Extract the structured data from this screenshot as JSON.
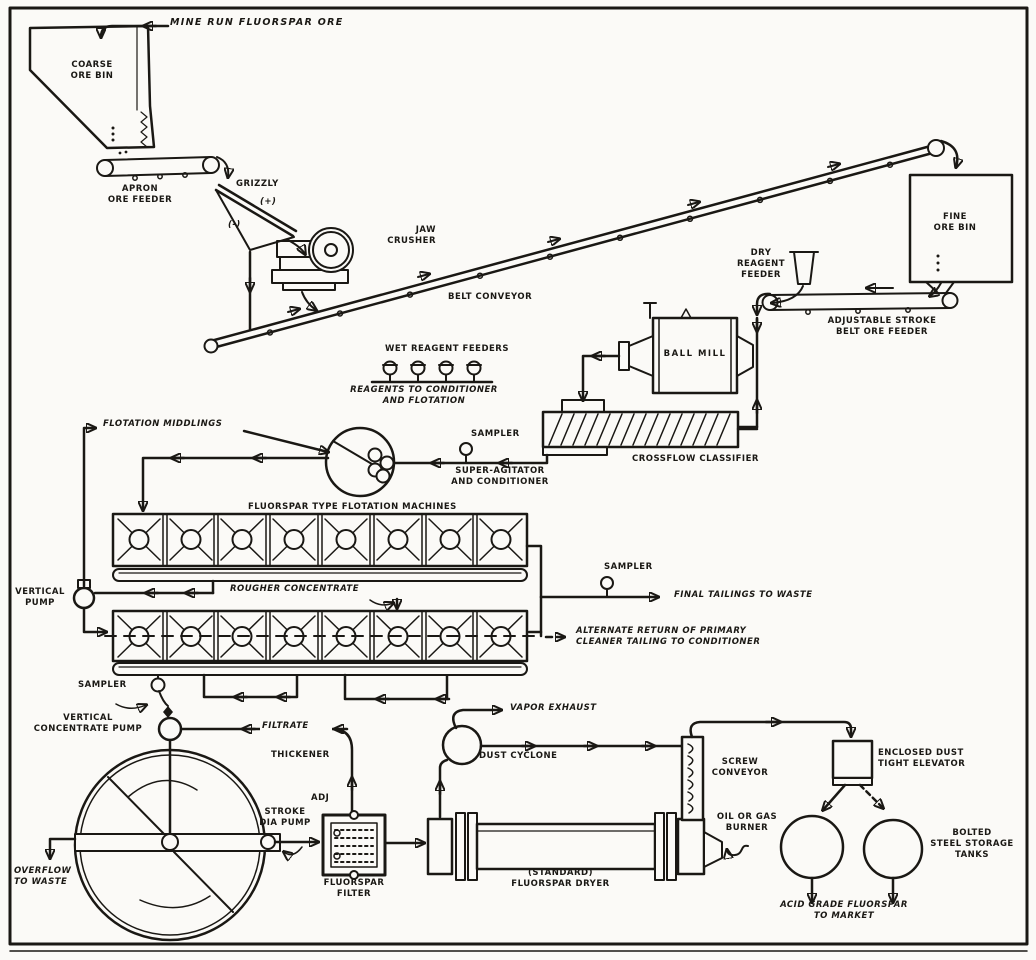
{
  "labels": {
    "mine_run_ore": "MINE RUN FLUORSPAR ORE",
    "coarse_ore_bin": "COARSE\nORE BIN",
    "apron_ore_feeder": "APRON\nORE FEEDER",
    "grizzly": "GRIZZLY",
    "grizzly_plus": "(+)",
    "grizzly_minus": "(-)",
    "jaw_crusher": "JAW\nCRUSHER",
    "belt_conveyor": "BELT CONVEYOR",
    "fine_ore_bin": "FINE\nORE BIN",
    "dry_reagent_feeder": "DRY\nREAGENT FEEDER",
    "adjustable_feeder": "ADJUSTABLE STROKE\nBELT ORE FEEDER",
    "ball_mill": "BALL MILL",
    "crossflow_classifier": "CROSSFLOW CLASSIFIER",
    "wet_reagent_feeders": "WET REAGENT FEEDERS",
    "reagents_to": "REAGENTS TO CONDITIONER\nAND FLOTATION",
    "sampler_1": "SAMPLER",
    "super_agitator": "SUPER-AGITATOR\nAND CONDITIONER",
    "flotation_middlings": "FLOTATION MIDDLINGS",
    "flotation_machines": "FLUORSPAR TYPE FLOTATION MACHINES",
    "rougher_concentrate": "ROUGHER CONCENTRATE",
    "vertical_pump": "VERTICAL\nPUMP",
    "sampler_2": "SAMPLER",
    "final_tailings": "FINAL TAILINGS TO WASTE",
    "alternate_return": "ALTERNATE RETURN OF PRIMARY\nCLEANER TAILING TO CONDITIONER",
    "sampler_3": "SAMPLER",
    "vertical_concentrate_pump": "VERTICAL\nCONCENTRATE PUMP",
    "filtrate": "FILTRATE",
    "thickener": "THICKENER",
    "overflow_to_waste": "OVERFLOW\nTO WASTE",
    "adj": "ADJ",
    "stroke_dia_pump": "STROKE\nDIA PUMP",
    "fluorspar_filter": "FLUORSPAR\nFILTER",
    "vapor_exhaust": "VAPOR EXHAUST",
    "dust_cyclone": "DUST CYCLONE",
    "fluorspar_dryer": "(STANDARD)\nFLUORSPAR DRYER",
    "oil_gas_burner": "OIL OR GAS\nBURNER",
    "screw_conveyor": "SCREW\nCONVEYOR",
    "dust_elevator": "ENCLOSED DUST\nTIGHT ELEVATOR",
    "storage_tanks": "BOLTED\nSTEEL STORAGE\nTANKS",
    "to_market": "ACID GRADE FLUORSPAR\nTO MARKET"
  },
  "colors": {
    "ink": "#1a1814",
    "paper": "#fbfaf7"
  }
}
